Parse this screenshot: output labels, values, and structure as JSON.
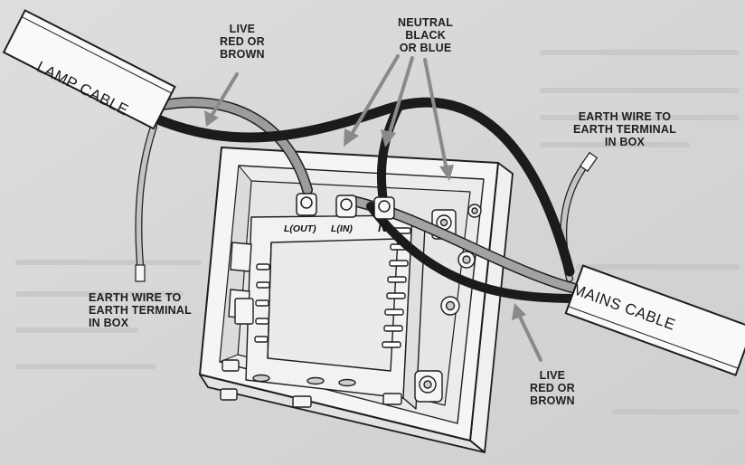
{
  "labels": {
    "live_top": "LIVE\nRED OR\nBROWN",
    "neutral": "NEUTRAL\nBLACK\nOR BLUE",
    "earth_right": "EARTH WIRE TO\nEARTH TERMINAL\nIN BOX",
    "earth_left": "EARTH WIRE TO\nEARTH TERMINAL\nIN BOX",
    "live_bottom": "LIVE\nRED OR\nBROWN"
  },
  "cables": {
    "lamp": "LAMP CABLE",
    "mains": "MAINS CABLE"
  },
  "terminals": {
    "out": "L(OUT)",
    "in": "L(IN)",
    "neutral": "N"
  },
  "colors": {
    "paper": "#d9d9d9",
    "ink": "#1e1e1e",
    "live_wire": "#9a9a9a",
    "neutral_wire": "#1b1b1b",
    "earth_wire": "#bdbdbd",
    "arrow": "#8a8a8a"
  }
}
